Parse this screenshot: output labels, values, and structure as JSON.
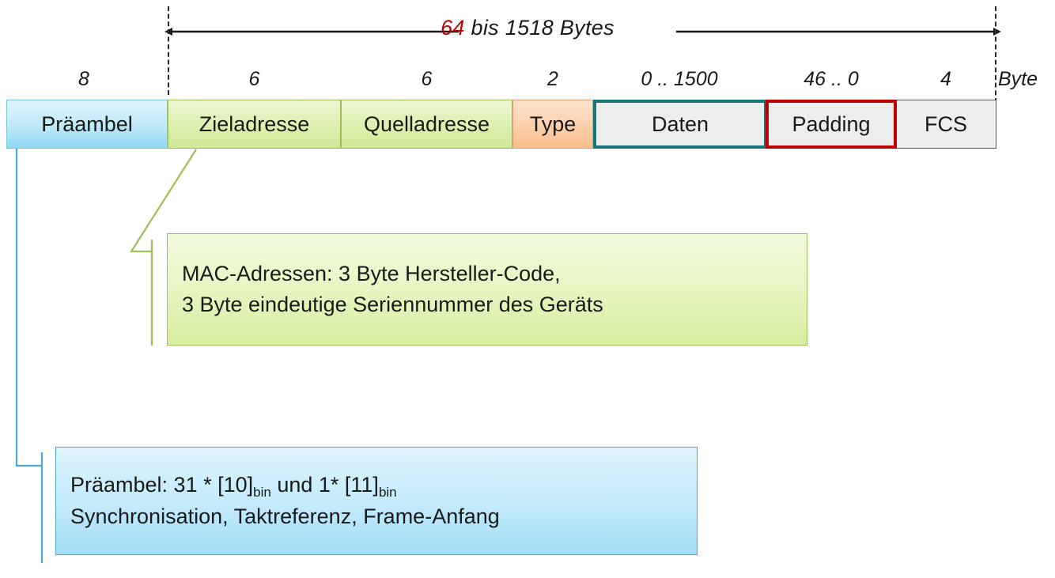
{
  "diagram": {
    "title_span": {
      "value_red": "64",
      "value_rest": " bis 1518 Bytes"
    },
    "unit_label": "Byte",
    "byte_counts": [
      "8",
      "6",
      "6",
      "2",
      "0 .. 1500",
      "46 .. 0",
      "4"
    ],
    "fields": [
      {
        "label": "Präambel",
        "bytes": "8",
        "style": "praeambel"
      },
      {
        "label": "Zieladresse",
        "bytes": "6",
        "style": "addr"
      },
      {
        "label": "Quelladresse",
        "bytes": "6",
        "style": "addr"
      },
      {
        "label": "Type",
        "bytes": "2",
        "style": "type"
      },
      {
        "label": "Daten",
        "bytes": "0 .. 1500",
        "style": "daten"
      },
      {
        "label": "Padding",
        "bytes": "46 .. 0",
        "style": "padding"
      },
      {
        "label": "FCS",
        "bytes": "4",
        "style": "plain"
      }
    ],
    "callouts": {
      "mac": {
        "line1": "MAC-Adressen: 3 Byte Hersteller-Code,",
        "line2": "3 Byte eindeutige Seriennummer des Geräts"
      },
      "preamble": {
        "line1_part1": "Präambel: 31 * [10]",
        "line1_sub1": "bin",
        "line1_part2": " und 1* [11]",
        "line1_sub2": "bin",
        "line2": "Synchronisation, Taktreferenz, Frame-Anfang"
      }
    },
    "colors": {
      "red_accent": "#c00000",
      "teal_accent": "#16767a",
      "green_accent": "#9fbf57",
      "blue_accent": "#4ea9cf",
      "orange_accent": "#e3a172"
    }
  }
}
